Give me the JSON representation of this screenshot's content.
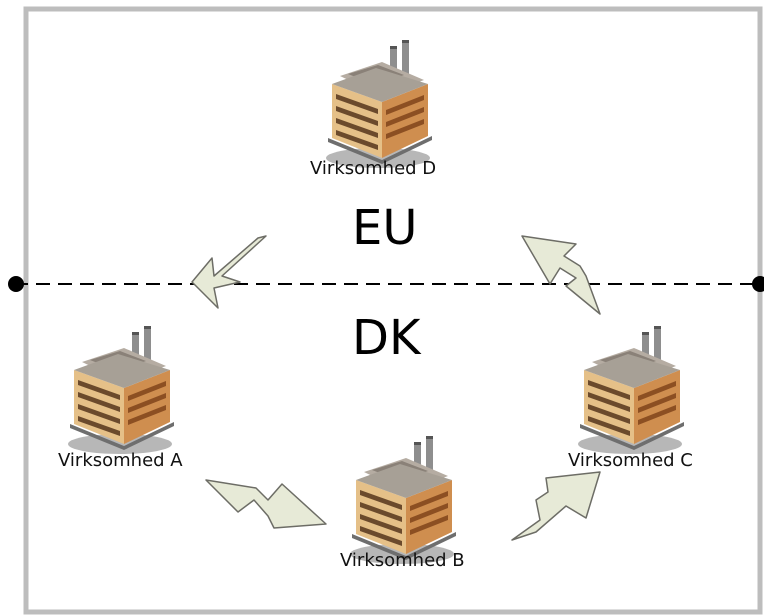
{
  "regions": {
    "eu": "EU",
    "dk": "DK"
  },
  "companies": {
    "a": "Virksomhed A",
    "b": "Virksomhed B",
    "c": "Virksomhed C",
    "d": "Virksomhed D"
  },
  "flows": [
    {
      "from": "Virksomhed D",
      "to": "Virksomhed A"
    },
    {
      "from": "Virksomhed A",
      "to": "Virksomhed B"
    },
    {
      "from": "Virksomhed B",
      "to": "Virksomhed C"
    },
    {
      "from": "Virksomhed C",
      "to": "Virksomhed D"
    }
  ],
  "colors": {
    "frame": "#bdbdbd",
    "arrow_fill": "#e7ead7",
    "arrow_stroke": "#6d6d66",
    "border_line": "#000000",
    "factory_wall": "#e2bd86",
    "factory_side": "#c98a4c",
    "factory_roof": "#9a8f82",
    "chimney": "#ef7a2e"
  },
  "icons": {
    "factory": "factory-icon",
    "arrow": "arrow-icon"
  }
}
